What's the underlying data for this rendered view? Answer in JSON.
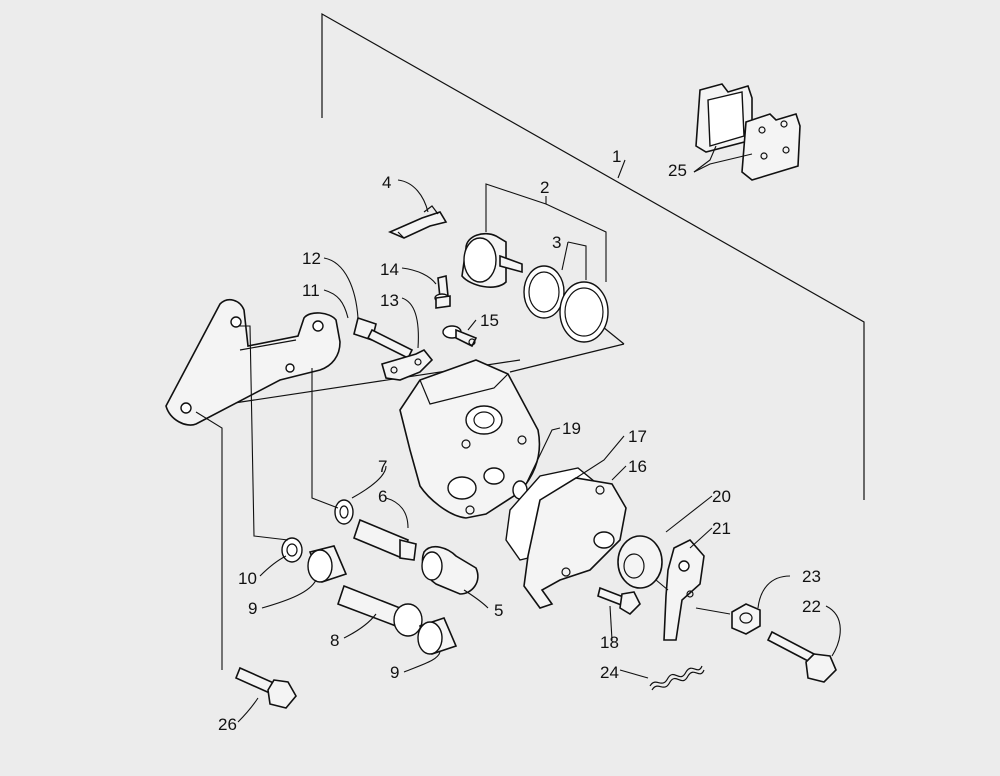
{
  "diagram": {
    "callouts": [
      "1",
      "2",
      "3",
      "4",
      "5",
      "6",
      "7",
      "8",
      "9",
      "9",
      "10",
      "11",
      "12",
      "13",
      "14",
      "15",
      "16",
      "17",
      "18",
      "19",
      "20",
      "21",
      "22",
      "23",
      "24",
      "25",
      "26"
    ]
  }
}
